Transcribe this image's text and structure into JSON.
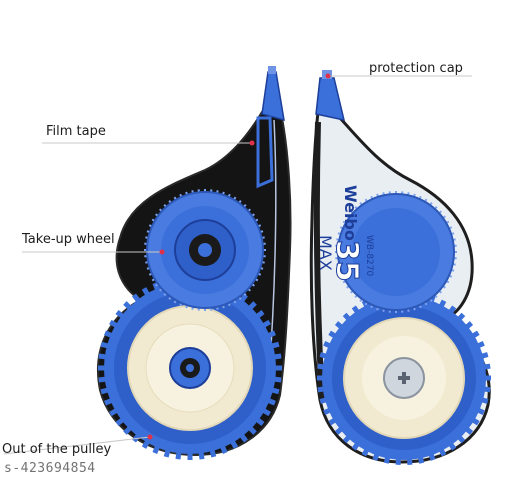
{
  "labels": {
    "protection_cap": "protection cap",
    "film_tape": "Film tape",
    "take_up_wheel": "Take-up wheel",
    "out_of_pulley": "Out of the pulley"
  },
  "product_print": {
    "brand": "Weibo",
    "model": "WB-8270",
    "size": "35",
    "max": "MAX"
  },
  "watermark": "s-423694854",
  "colors": {
    "blue": "#3b6fd9",
    "dark_blue": "#1d3f9a",
    "black_body": "#141414",
    "clear_body": "#e9eef3",
    "tape": "#f2ead0",
    "leader_line": "#c9c9c9",
    "marker_dot": "#e0304a"
  }
}
